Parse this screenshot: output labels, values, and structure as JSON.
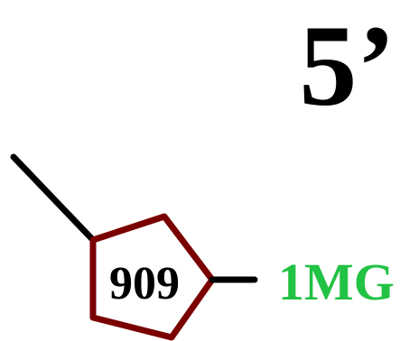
{
  "diagram": {
    "end_label": "5’",
    "ring_label": "909",
    "modification_label": "1MG",
    "colors": {
      "bond": "#000000",
      "ring": "#7a0000",
      "modification": "#22c244",
      "text": "#000000"
    }
  }
}
